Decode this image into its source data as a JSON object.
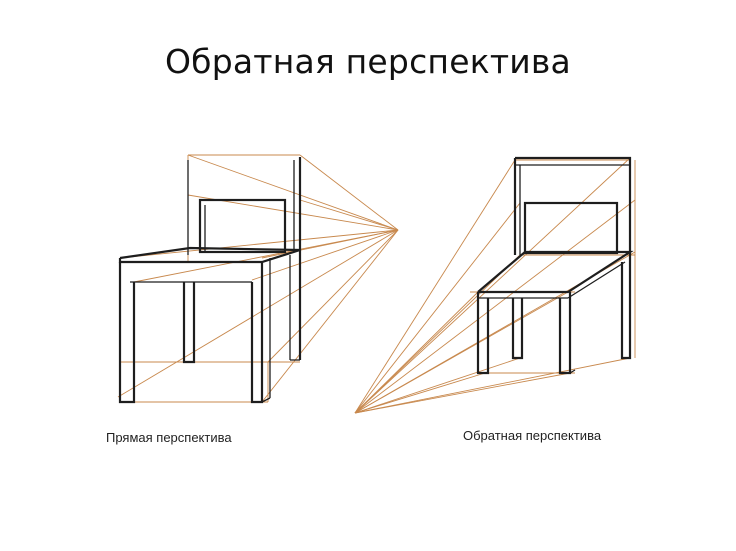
{
  "title": "Обратная перспектива",
  "captions": {
    "left": "Прямая перспектива",
    "right": "Обратная перспектива"
  },
  "colors": {
    "construction_lines": "#c8894e",
    "outline": "#1e1e1e",
    "background": "#ffffff"
  }
}
